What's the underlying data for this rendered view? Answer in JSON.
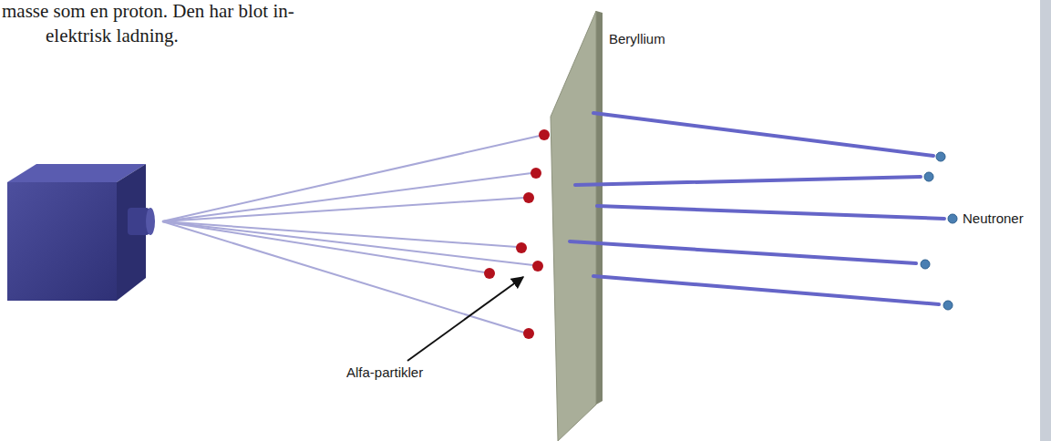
{
  "diagram": {
    "labels": [
      "masse som en proton. Den har blot in-",
      "elektrisk ladning.",
      "Beryllium",
      "Neutroner",
      "Alfa-partikler"
    ]
  }
}
